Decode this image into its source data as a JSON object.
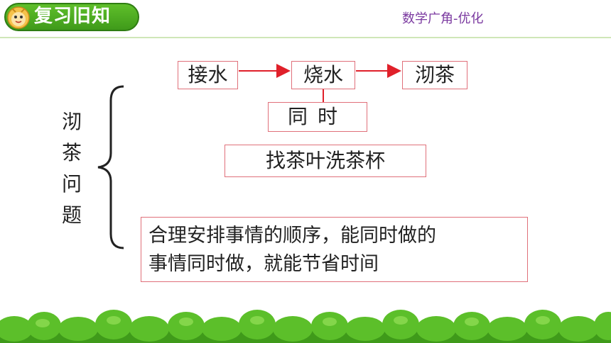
{
  "header": {
    "title": "复习旧知",
    "subject": "数学广角-优化"
  },
  "side_label": [
    "沏",
    "茶",
    "问",
    "题"
  ],
  "flow": {
    "step1": "接水",
    "step2": "烧水",
    "step3": "沏茶",
    "simultaneous": "同时",
    "parallel_task": "找茶叶洗茶杯"
  },
  "summary": {
    "line1": "合理安排事情的顺序，能同时做的",
    "line2": "事情同时做，就能节省时间"
  },
  "colors": {
    "accent_green": "#4aa820",
    "arrow_red": "#e0202a",
    "box_border": "#e0707a",
    "subject_purple": "#7b3aa0"
  }
}
